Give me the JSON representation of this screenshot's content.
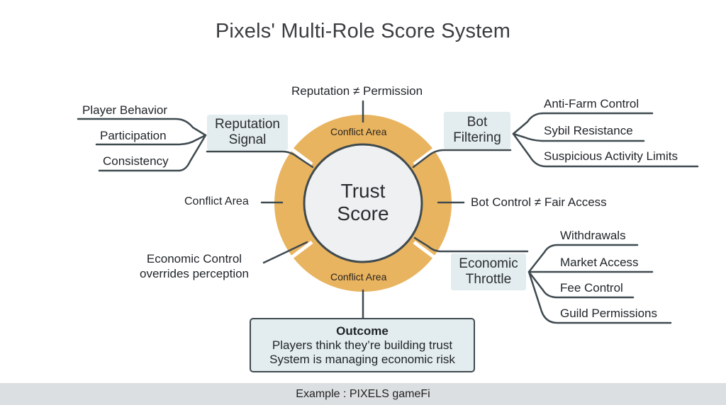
{
  "title": "Pixels' Multi-Role Score System",
  "center": {
    "line1": "Trust",
    "line2": "Score"
  },
  "conflict_areas": {
    "top": "Conflict Area",
    "bottom": "Conflict Area",
    "left": "Conflict Area"
  },
  "annotations": {
    "top": "Reputation ≠ Permission",
    "right": "Bot Control ≠ Fair Access",
    "left_bottom_line1": "Economic Control",
    "left_bottom_line2": "overrides perception"
  },
  "nodes": {
    "reputation_signal": {
      "line1": "Reputation",
      "line2": "Signal",
      "children": [
        "Player Behavior",
        "Participation",
        "Consistency"
      ]
    },
    "bot_filtering": {
      "line1": "Bot",
      "line2": "Filtering",
      "children": [
        "Anti-Farm Control",
        "Sybil Resistance",
        "Suspicious Activity Limits"
      ]
    },
    "economic_throttle": {
      "line1": "Economic",
      "line2": "Throttle",
      "children": [
        "Withdrawals",
        "Market Access",
        "Fee Control",
        "Guild Permissions"
      ]
    }
  },
  "outcome": {
    "heading": "Outcome",
    "line1": "Players think they’re building trust",
    "line2": "System is managing economic risk"
  },
  "footer": "Example : PIXELS gameFi",
  "colors": {
    "ring": "#e9b45f",
    "center_fill": "#eef0f1",
    "box_fill": "#e3ecee",
    "line": "#3f4a50"
  }
}
